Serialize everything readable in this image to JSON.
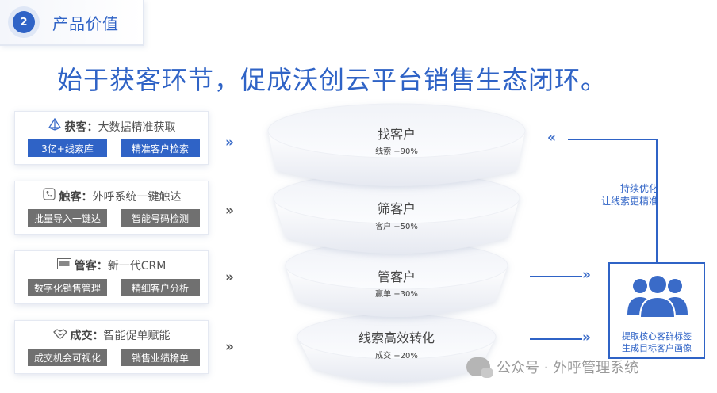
{
  "header": {
    "number": "2",
    "title": "产品价值"
  },
  "headline": "始于获客环节，促成沃创云平台销售生态闭环。",
  "cards": [
    {
      "icon": "network-icon",
      "keyword": "获客",
      "sep": "：",
      "desc": "大数据精准获取",
      "pills": [
        "3亿+线索库",
        "精准客户检索"
      ],
      "style": "blue"
    },
    {
      "icon": "phone-icon",
      "keyword": "触客",
      "sep": "：",
      "desc": "外呼系统一键触达",
      "pills": [
        "批量导入一键达",
        "智能号码检测"
      ],
      "style": "gray"
    },
    {
      "icon": "crm-icon",
      "keyword": "管客",
      "sep": "：",
      "desc": "新一代CRM",
      "pills": [
        "数字化销售管理",
        "精细客户分析"
      ],
      "style": "gray"
    },
    {
      "icon": "handshake-icon",
      "keyword": "成交",
      "sep": "：",
      "desc": "智能促单赋能",
      "pills": [
        "成交机会可视化",
        "销售业绩榜单"
      ],
      "style": "gray"
    }
  ],
  "funnel": [
    {
      "title": "找客户",
      "sub": "线索  +90%"
    },
    {
      "title": "筛客户",
      "sub": "客户  +50%"
    },
    {
      "title": "管客户",
      "sub": "赢单  +30%"
    },
    {
      "title": "线索高效转化",
      "sub": "成交  +20%"
    }
  ],
  "loop": {
    "line1": "持续优化",
    "line2": "让线索更精准"
  },
  "target": {
    "line1": "提取核心客群标签",
    "line2": "生成目标客户画像"
  },
  "watermark": "公众号 · 外呼管理系统",
  "arrow_glyph": "»",
  "colors": {
    "primary": "#2f63c6",
    "gray": "#707070"
  }
}
